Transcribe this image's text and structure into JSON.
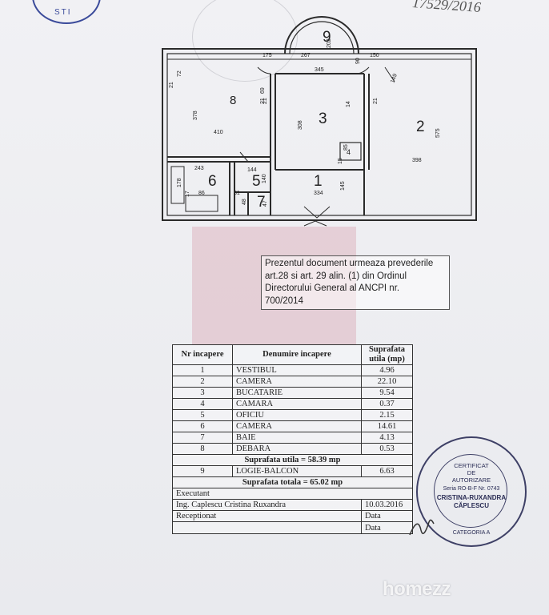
{
  "header": {
    "handwritten_number": "17529/2016",
    "top_stamp_text": "STI"
  },
  "floor_plan": {
    "room_labels": [
      "1",
      "2",
      "3",
      "4",
      "5",
      "6",
      "7",
      "8",
      "9"
    ],
    "dims": [
      "175",
      "267",
      "202",
      "150",
      "345",
      "90",
      "149",
      "72",
      "21",
      "378",
      "410",
      "69",
      "21",
      "308",
      "14",
      "21",
      "575",
      "85",
      "15",
      "398",
      "243",
      "144",
      "178",
      "17",
      "86",
      "31",
      "140",
      "334",
      "145",
      "48",
      "47",
      "21"
    ]
  },
  "note": {
    "lines": [
      "Prezentul document urmeaza prevederile",
      "art.28 si art. 29 alin. (1) din Ordinul",
      "Directorului General al ANCPI nr.",
      "700/2014"
    ]
  },
  "table": {
    "headers": {
      "nr": "Nr incapere",
      "name": "Denumire incapere",
      "area": "Suprafata utila (mp)"
    },
    "rows": [
      {
        "nr": "1",
        "name": "VESTIBUL",
        "area": "4.96"
      },
      {
        "nr": "2",
        "name": "CAMERA",
        "area": "22.10"
      },
      {
        "nr": "3",
        "name": "BUCATARIE",
        "area": "9.54"
      },
      {
        "nr": "4",
        "name": "CAMARA",
        "area": "0.37"
      },
      {
        "nr": "5",
        "name": "OFICIU",
        "area": "2.15"
      },
      {
        "nr": "6",
        "name": "CAMERA",
        "area": "14.61"
      },
      {
        "nr": "7",
        "name": "BAIE",
        "area": "4.13"
      },
      {
        "nr": "8",
        "name": "DEBARA",
        "area": "0.53"
      }
    ],
    "subtotal": "Suprafata utila = 58.39 mp",
    "balcony": {
      "nr": "9",
      "name": "LOGIE-BALCON",
      "area": "6.63"
    },
    "total": "Suprafata totala = 65.02 mp",
    "executant_label": "Executant",
    "executant_name": "Ing. Caplescu Cristina Ruxandra",
    "executant_date": "10.03.2016",
    "receptionat_label": "Receptionat",
    "data_label_1": "Data",
    "data_label_2": "Data"
  },
  "stamp": {
    "line1": "CERTIFICAT",
    "line2": "DE",
    "line3": "AUTORIZARE",
    "line4": "Seria RO-B-F Nr. 0743",
    "line5": "CRISTINA-RUXANDRA",
    "line6": "CĂPLESCU",
    "line7": "CATEGORIA A"
  },
  "watermark": {
    "text": "homezz"
  },
  "colors": {
    "ink": "#222222",
    "stamp_blue": "#3e4066",
    "logo_pink": "#daa8b6"
  }
}
